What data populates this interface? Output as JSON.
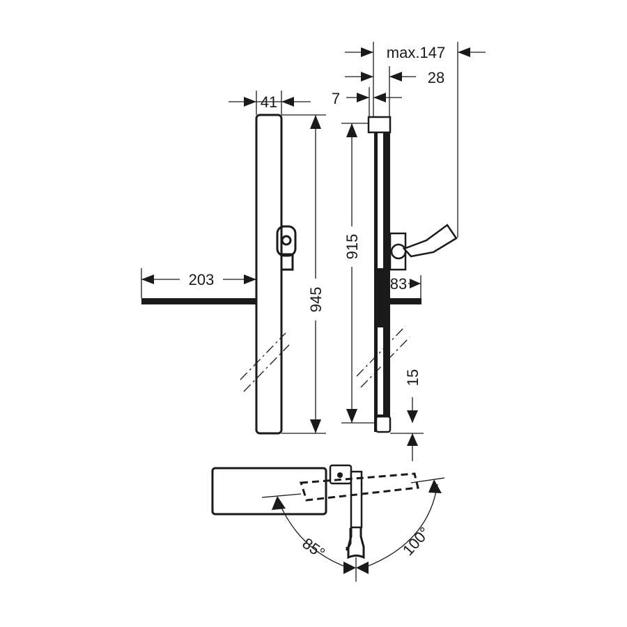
{
  "drawing": {
    "dimensions": {
      "front_width": "41",
      "shelf_length": "203",
      "total_height": "945",
      "max_depth": "max.147",
      "rail_depth": "28",
      "wall_offset": "7",
      "rail_length": "915",
      "shelf_depth": "83",
      "bottom_offset": "15",
      "angle_left": "85°",
      "angle_right": "100°"
    },
    "line_color": "#1a1a1a"
  }
}
